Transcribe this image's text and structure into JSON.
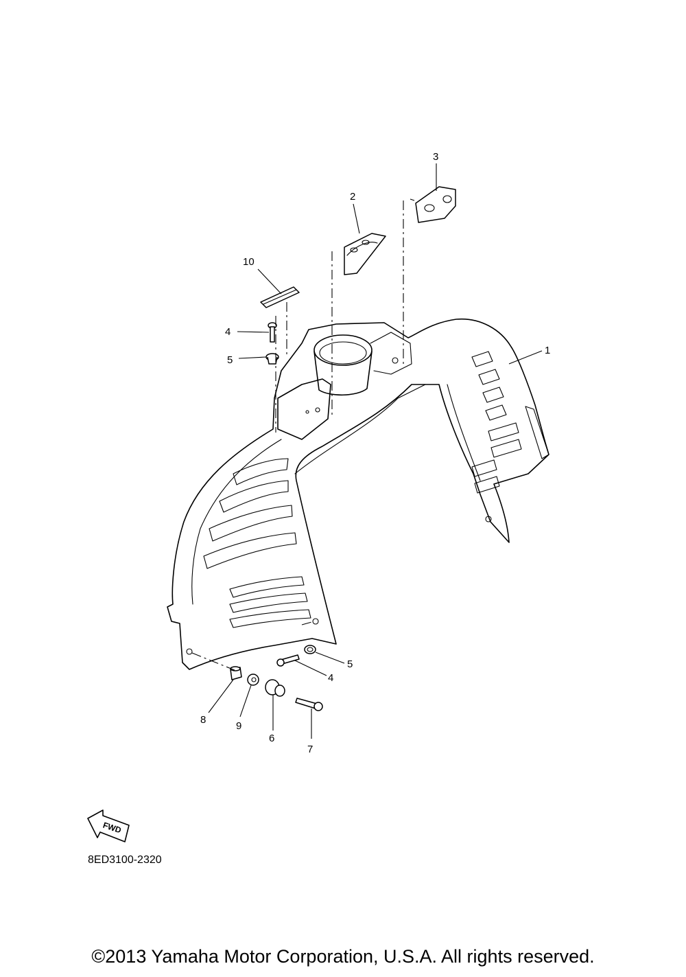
{
  "diagram": {
    "callouts": [
      {
        "id": "c1",
        "text": "1"
      },
      {
        "id": "c2",
        "text": "2"
      },
      {
        "id": "c3",
        "text": "3"
      },
      {
        "id": "c4a",
        "text": "4"
      },
      {
        "id": "c4b",
        "text": "4"
      },
      {
        "id": "c5a",
        "text": "5"
      },
      {
        "id": "c5b",
        "text": "5"
      },
      {
        "id": "c6",
        "text": "6"
      },
      {
        "id": "c7",
        "text": "7"
      },
      {
        "id": "c8",
        "text": "8"
      },
      {
        "id": "c9",
        "text": "9"
      },
      {
        "id": "c10",
        "text": "10"
      }
    ],
    "fwd_label": "FWD",
    "part_code": "8ED3100-2320"
  },
  "footer": {
    "copyright": "©2013 Yamaha Motor Corporation, U.S.A. All rights reserved."
  }
}
